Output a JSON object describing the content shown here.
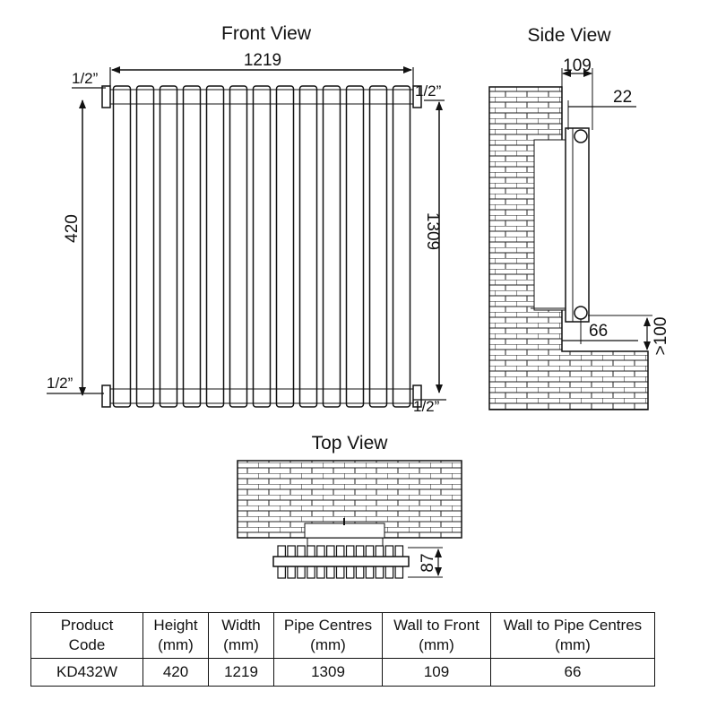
{
  "views": {
    "front": {
      "title": "Front View",
      "width_label": "1219",
      "height_label": "420",
      "pipe_centres_label": "1309",
      "fitting_top_left": "1/2”",
      "fitting_top_right": "1/2”",
      "fitting_bottom_left": "1/2”",
      "fitting_bottom_right": "1/2”",
      "column_count": 13
    },
    "side": {
      "title": "Side View",
      "wall_to_front_label": "109",
      "bracket_label": "22",
      "pipe_offset_label": "66",
      "floor_clearance_label": ">100"
    },
    "top": {
      "title": "Top View",
      "depth_label": "87",
      "section_count": 13
    }
  },
  "table": {
    "headers": [
      [
        "Product",
        "Code"
      ],
      [
        "Height",
        "(mm)"
      ],
      [
        "Width",
        "(mm)"
      ],
      [
        "Pipe Centres",
        "(mm)"
      ],
      [
        "Wall to Front",
        "(mm)"
      ],
      [
        "Wall to Pipe Centres",
        "(mm)"
      ]
    ],
    "rows": [
      [
        "KD432W",
        "420",
        "1219",
        "1309",
        "109",
        "66"
      ]
    ]
  }
}
